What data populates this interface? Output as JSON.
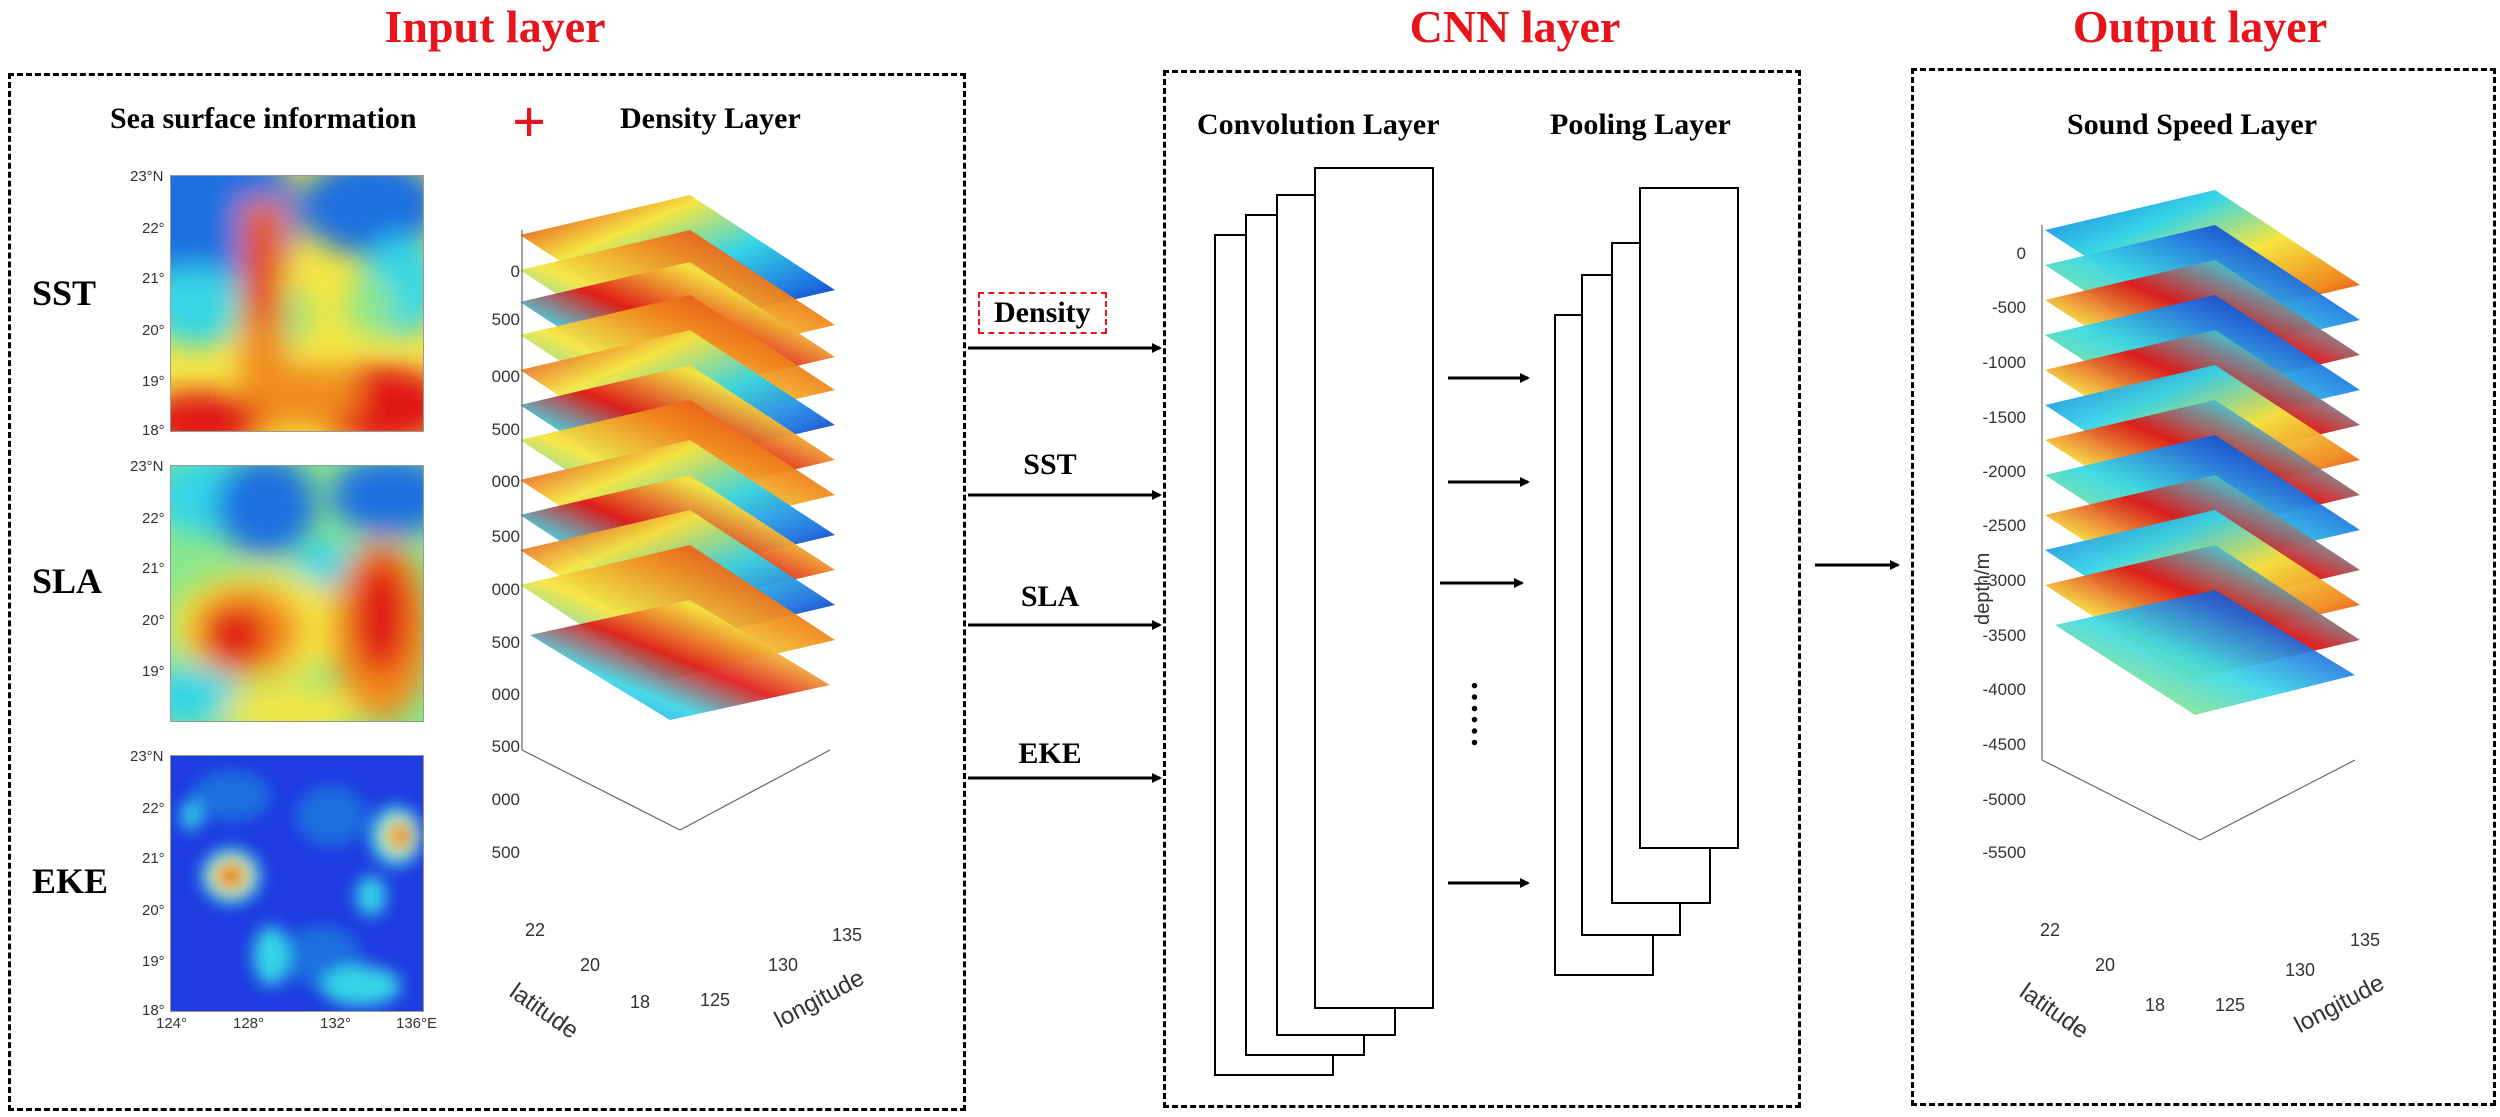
{
  "sections": {
    "input": {
      "title": "Input layer",
      "sea_surface_label": "Sea surface information",
      "plus": "+",
      "density_layer_label": "Density Layer",
      "variables": [
        "SST",
        "SLA",
        "EKE"
      ],
      "map_lat_ticks": [
        "23°N",
        "22°",
        "21°",
        "20°",
        "19°",
        "18°"
      ],
      "map_lon_ticks": [
        "124°",
        "128°",
        "132°",
        "136°E"
      ],
      "depth_ticks": [
        "0",
        "500",
        "000",
        "500",
        "000",
        "500",
        "000",
        "500",
        "000",
        "500",
        "000",
        "500"
      ],
      "latitude_label": "latitude",
      "longitude_label": "longitude",
      "lat_ticks_3d": [
        "22",
        "20",
        "18"
      ],
      "lon_ticks_3d": [
        "125",
        "130",
        "135"
      ]
    },
    "arrows": {
      "labels": [
        "Density",
        "SST",
        "SLA",
        "EKE"
      ]
    },
    "cnn": {
      "title": "CNN layer",
      "conv_label": "Convolution Layer",
      "pool_label": "Pooling Layer",
      "dots": "……"
    },
    "output": {
      "title": "Output layer",
      "sound_speed_label": "Sound Speed Layer",
      "depth_axis_label": "depth/m",
      "depth_ticks": [
        "0",
        "-500",
        "-1000",
        "-1500",
        "-2000",
        "-2500",
        "-3000",
        "-3500",
        "-4000",
        "-4500",
        "-5000",
        "-5500"
      ],
      "latitude_label": "latitude",
      "longitude_label": "longitude",
      "lat_ticks_3d": [
        "22",
        "20",
        "18"
      ],
      "lon_ticks_3d": [
        "125",
        "130",
        "135"
      ]
    }
  },
  "colors": {
    "title_red": "#e8141b",
    "jet_dark_blue": "#00008f",
    "jet_blue": "#1e6fe0",
    "jet_cyan": "#36d6e6",
    "jet_green": "#8ce68c",
    "jet_yellow": "#f5e642",
    "jet_orange": "#f08a1e",
    "jet_red": "#e01414",
    "jet_dark_red": "#8f0000"
  }
}
